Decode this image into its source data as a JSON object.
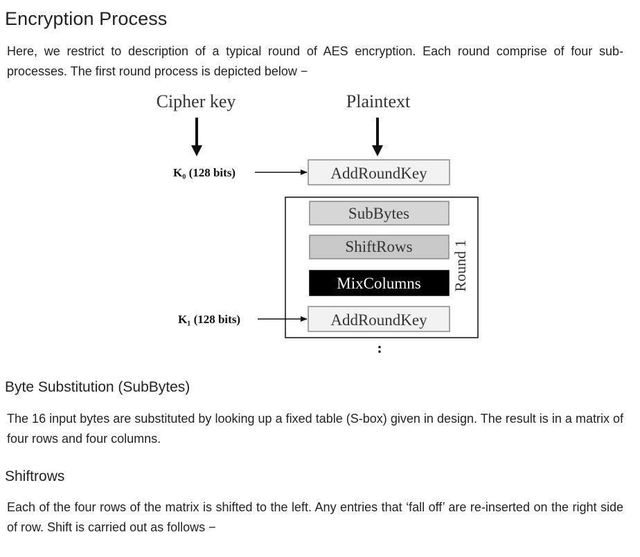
{
  "heading": "Encryption Process",
  "intro": "Here, we restrict to description of a typical round of AES encryption. Each round comprise of four sub-processes. The first round process is depicted below −",
  "diagram": {
    "cipher_key_label": "Cipher key",
    "plaintext_label": "Plaintext",
    "k0_label": "K₀ (128 bits)",
    "k1_label": "K₁ (128 bits)",
    "add_round_key_top": "AddRoundKey",
    "sub_bytes": "SubBytes",
    "shift_rows": "ShiftRows",
    "mix_columns": "MixColumns",
    "add_round_key_bottom": "AddRoundKey",
    "round_label": "Round 1",
    "ellipsis": ":",
    "colors": {
      "box_fill": "#d9d9d9",
      "mix_fill": "#000000",
      "mix_text": "#ffffff",
      "stroke": "#555555"
    }
  },
  "sections": [
    {
      "title": "Byte Substitution (SubBytes)",
      "text": "The 16 input bytes are substituted by looking up a fixed table (S-box) given in design. The result is in a matrix of four rows and four columns."
    },
    {
      "title": "Shiftrows",
      "text": "Each of the four rows of the matrix is shifted to the left. Any entries that ‘fall off’ are re-inserted on the right side of row. Shift is carried out as follows −"
    }
  ]
}
